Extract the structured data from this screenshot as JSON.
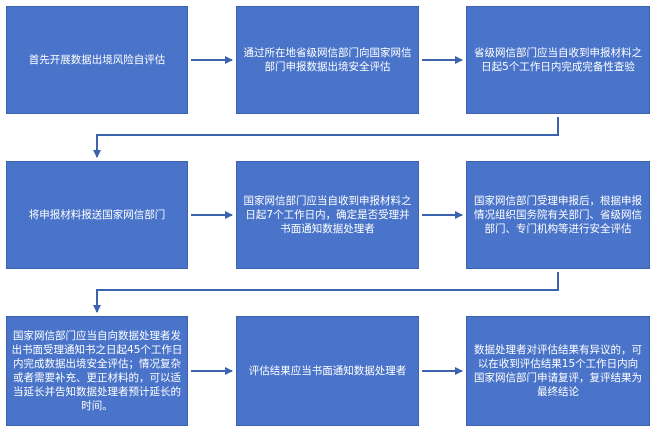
{
  "steps": [
    {
      "id": "b1",
      "text": "首先开展数据出境风险自评估"
    },
    {
      "id": "b2",
      "text": "通过所在地省级网信部门向国家网信部门申报数据出境安全评估"
    },
    {
      "id": "b3",
      "text": "省级网信部门应当自收到申报材料之日起5个工作日内完成完备性查验"
    },
    {
      "id": "b4",
      "text": "将申报材料报送国家网信部门"
    },
    {
      "id": "b5",
      "text": "国家网信部门应当自收到申报材料之日起7个工作日内，确定是否受理并书面通知数据处理者"
    },
    {
      "id": "b6",
      "text": "国家网信部门受理申报后，根据申报情况组织国务院有关部门、省级网信部门、专门机构等进行安全评估"
    },
    {
      "id": "b7",
      "text": "国家网信部门应当自向数据处理者发出书面受理通知书之日起45个工作日内完成数据出境安全评估；情况复杂或者需要补充、更正材料的，可以适当延长并告知数据处理者预计延长的时间。"
    },
    {
      "id": "b8",
      "text": "评估结果应当书面通知数据处理者"
    },
    {
      "id": "b9",
      "text": "数据处理者对评估结果有异议的，可以在收到评估结果15个工作日内向国家网信部门申请复评，复评结果为最终结论"
    }
  ],
  "colors": {
    "box": "#4a74c9",
    "arrow": "#3d63b0",
    "text": "#ffffff"
  }
}
